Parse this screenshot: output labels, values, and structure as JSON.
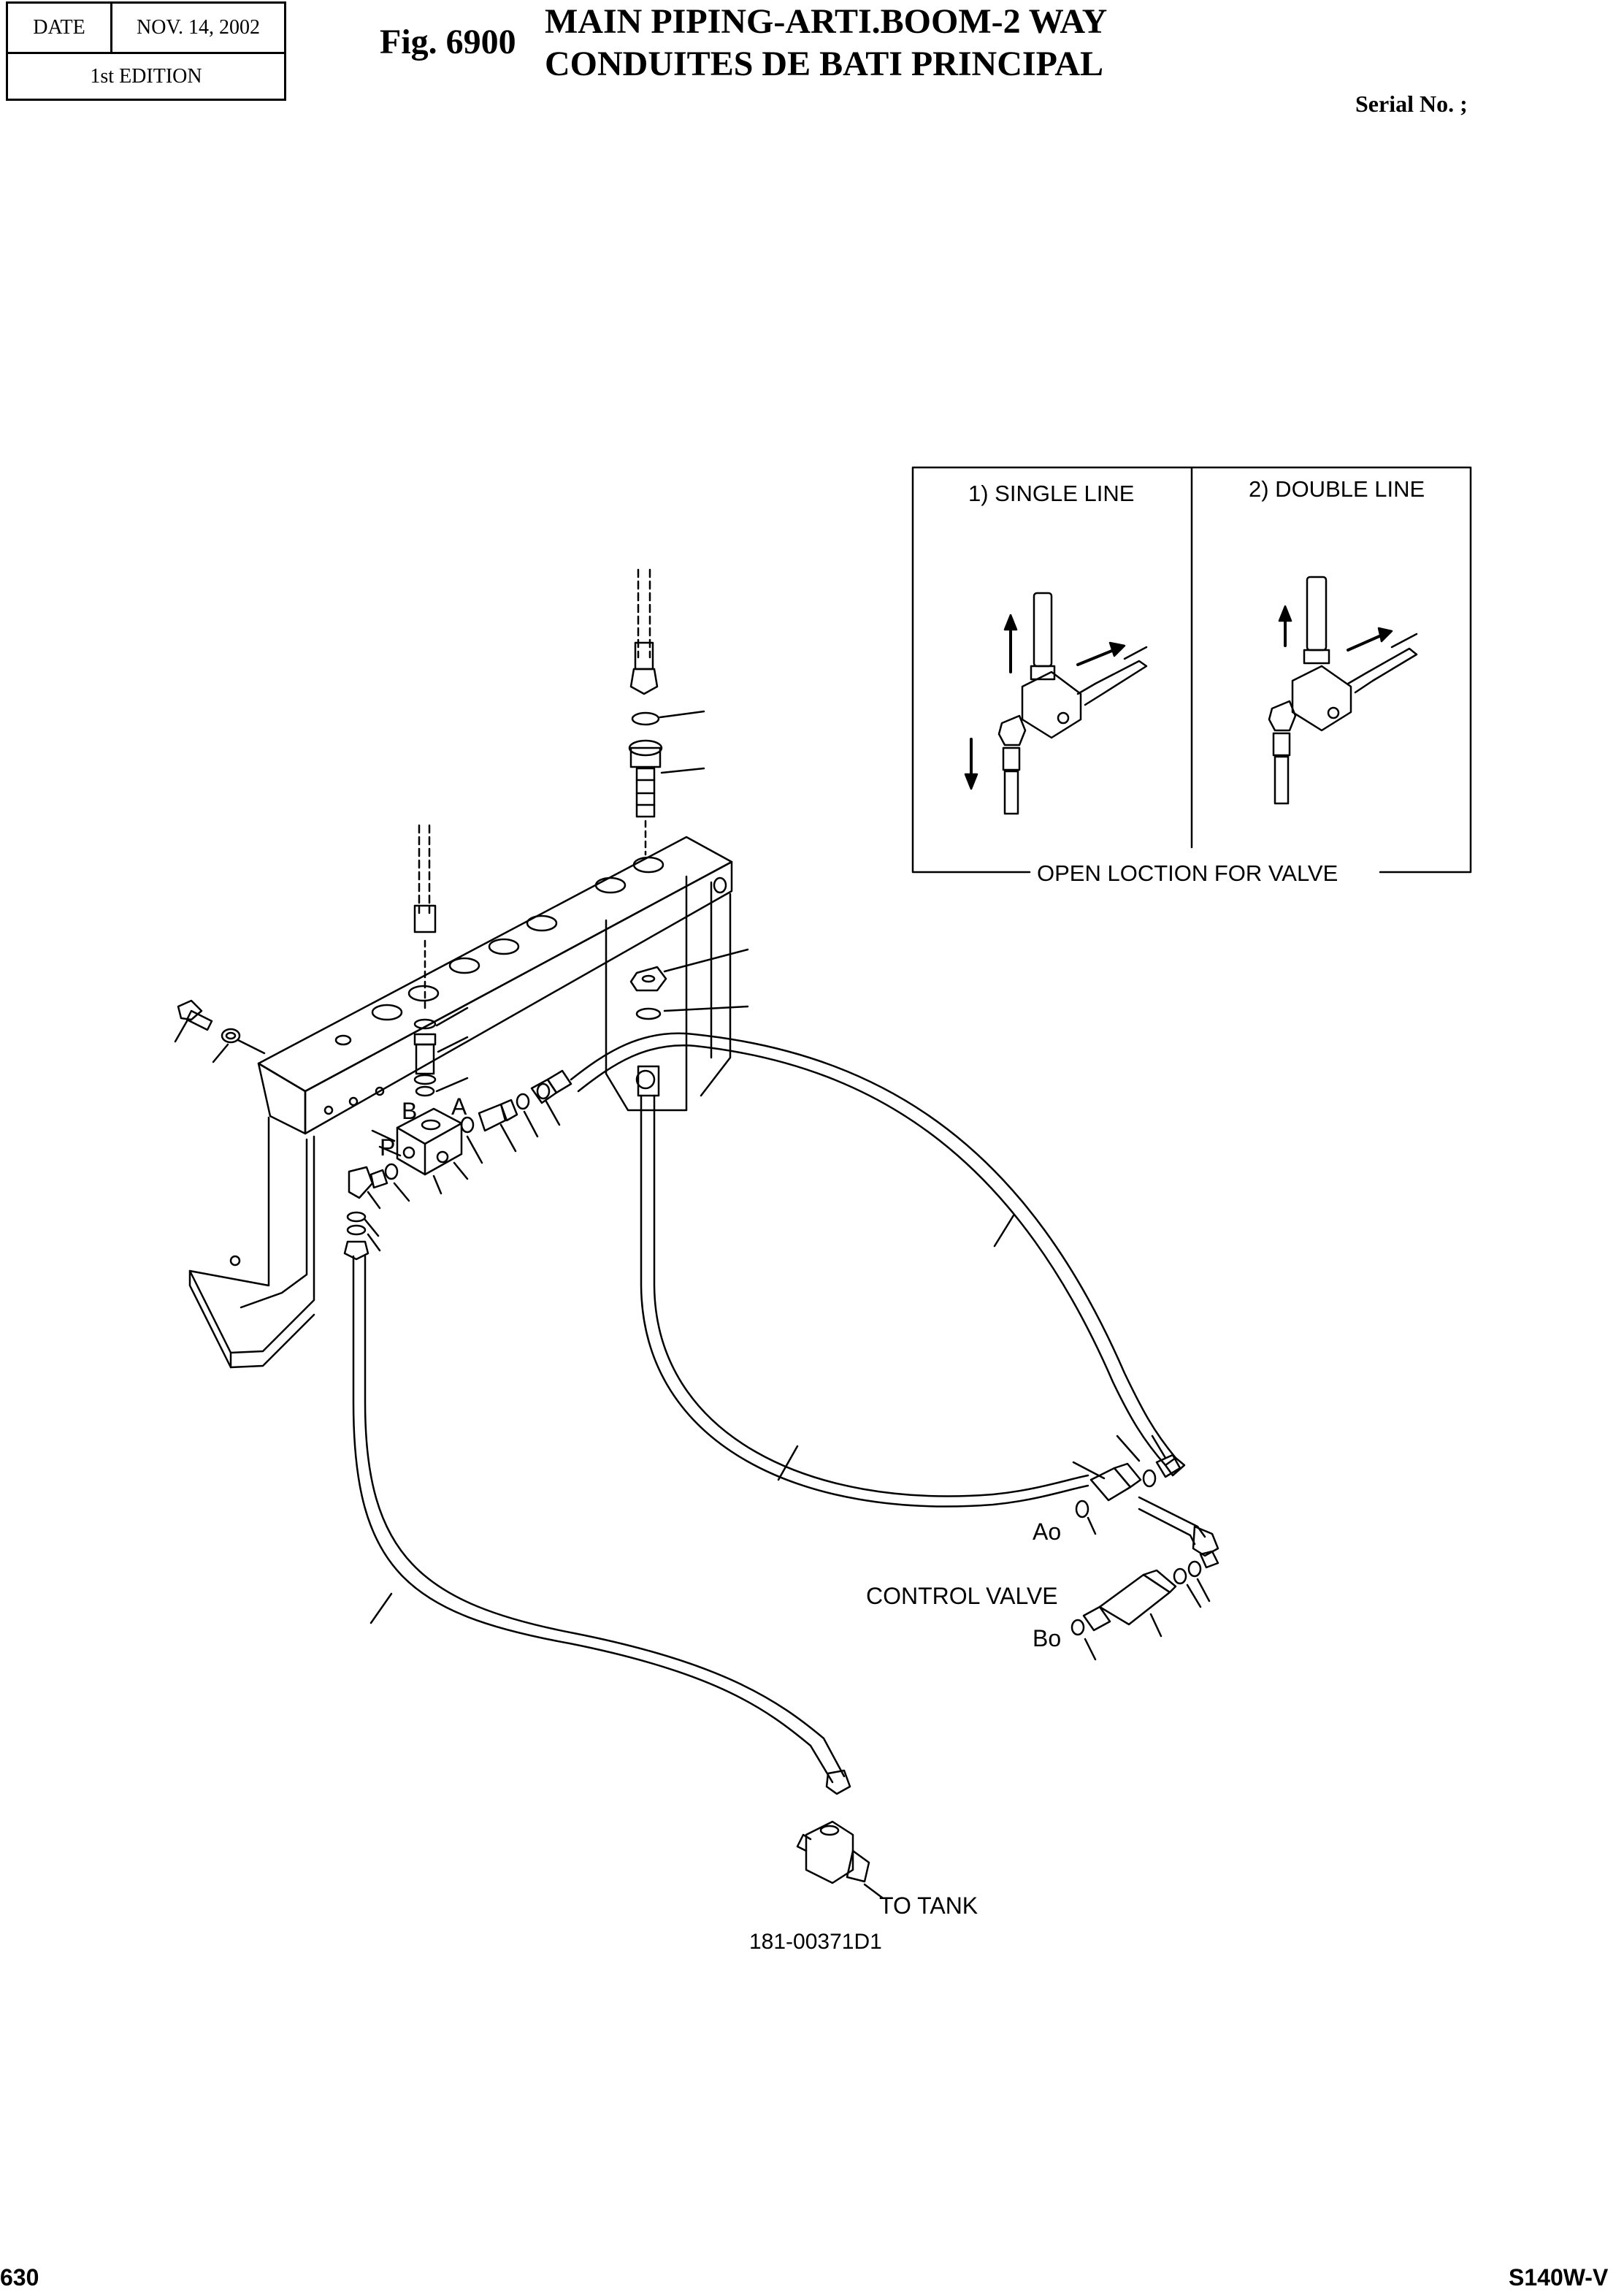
{
  "header": {
    "date_label": "DATE",
    "date_value": "NOV. 14, 2002",
    "edition": "1st EDITION",
    "fig_number": "Fig. 6900",
    "title_line1": "MAIN PIPING-ARTI.BOOM-2 WAY",
    "title_line2": "CONDUITES DE BATI PRINCIPAL",
    "serial": "Serial No. ;"
  },
  "inset": {
    "single_line": "1) SINGLE LINE",
    "double_line": "2) DOUBLE LINE",
    "caption": "OPEN LOCTION FOR VALVE"
  },
  "labels": {
    "port_b": "B",
    "port_a": "A",
    "port_p": "P",
    "port_ao": "Ao",
    "port_bo": "Bo",
    "control_valve": "CONTROL VALVE",
    "to_tank": "TO TANK",
    "drawing_number": "181-00371D1"
  },
  "footer": {
    "page": "630",
    "model": "S140W-V"
  }
}
